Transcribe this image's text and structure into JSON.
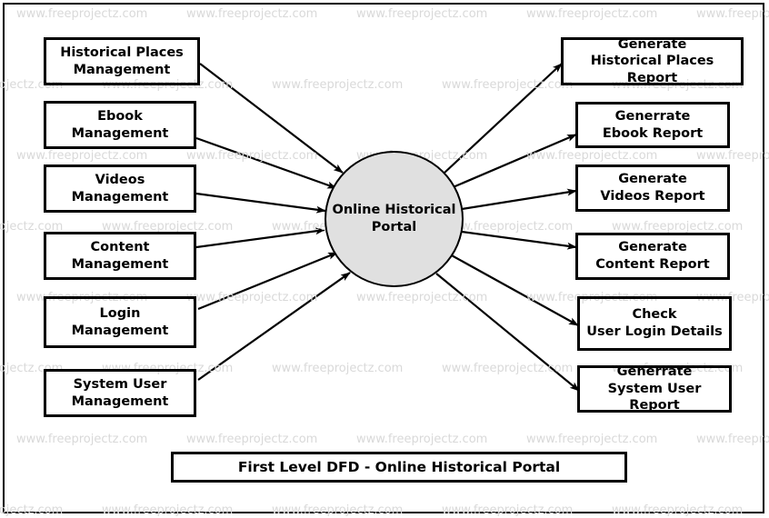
{
  "diagram": {
    "type": "data-flow-diagram",
    "caption": "First Level DFD - Online Historical Portal",
    "process": {
      "name": "online-historical-portal-process",
      "line1": "Online",
      "line2": "Historical",
      "line3": "Portal",
      "fill_color": "#e0e0e0",
      "stroke_color": "#000000"
    },
    "watermark": {
      "text": "www.freeprojectz.com",
      "color": "#d9d9d9"
    },
    "inputs": [
      {
        "id": "historical-places-management",
        "line1": "Historical Places",
        "line2": "Management"
      },
      {
        "id": "ebook-management",
        "line1": "Ebook",
        "line2": "Management"
      },
      {
        "id": "videos-management",
        "line1": "Videos",
        "line2": "Management"
      },
      {
        "id": "content-management",
        "line1": "Content",
        "line2": "Management"
      },
      {
        "id": "login-management",
        "line1": "Login",
        "line2": "Management"
      },
      {
        "id": "system-user-management",
        "line1": "System User",
        "line2": "Management"
      }
    ],
    "outputs": [
      {
        "id": "generate-historical-places-report",
        "line1": "Generate",
        "line2": "Historical Places Report"
      },
      {
        "id": "generate-ebook-report",
        "line1": "Generrate",
        "line2": "Ebook Report"
      },
      {
        "id": "generate-videos-report",
        "line1": "Generate",
        "line2": "Videos Report"
      },
      {
        "id": "generate-content-report",
        "line1": "Generate",
        "line2": "Content Report"
      },
      {
        "id": "check-user-login-details",
        "line1": "Check",
        "line2": "User Login Details"
      },
      {
        "id": "generate-system-user-report",
        "line1": "Generrate",
        "line2": "System User Report"
      }
    ]
  }
}
